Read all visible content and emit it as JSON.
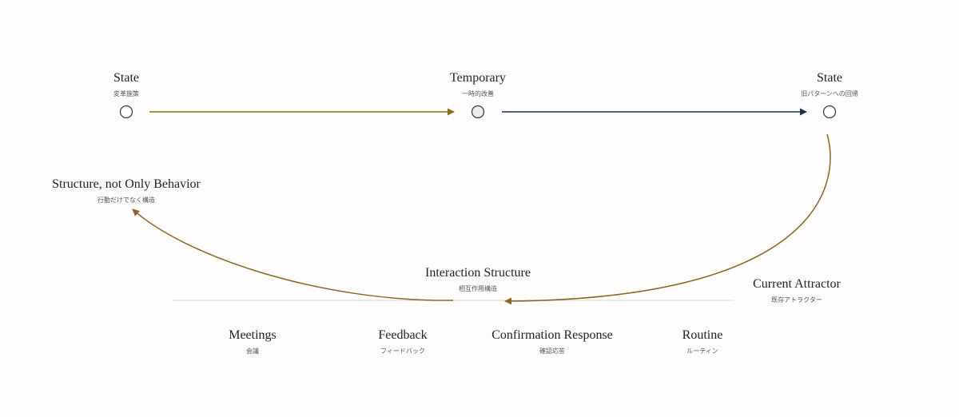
{
  "nodes": {
    "state_left": {
      "title": "State",
      "sub": "変革施策"
    },
    "temporary": {
      "title": "Temporary",
      "sub": "一時的改善"
    },
    "state_right": {
      "title": "State",
      "sub": "旧パターンへの回帰"
    },
    "structure": {
      "title": "Structure, not Only Behavior",
      "sub": "行動だけでなく構造"
    },
    "interaction": {
      "title": "Interaction Structure",
      "sub": "相互作用構造"
    },
    "attractor": {
      "title": "Current Attractor",
      "sub": "既存アトラクター"
    }
  },
  "elements": [
    {
      "title": "Meetings",
      "sub": "会議"
    },
    {
      "title": "Feedback",
      "sub": "フィードバック"
    },
    {
      "title": "Confirmation Response",
      "sub": "確認応答"
    },
    {
      "title": "Routine",
      "sub": "ルーティン"
    }
  ],
  "colors": {
    "gold": "#8a6d14",
    "navy": "#1f2d4e",
    "brown": "#8b6425",
    "line": "#d8d4d0",
    "node_fill_left": "#ffffff",
    "node_fill_mid": "#ececea"
  }
}
